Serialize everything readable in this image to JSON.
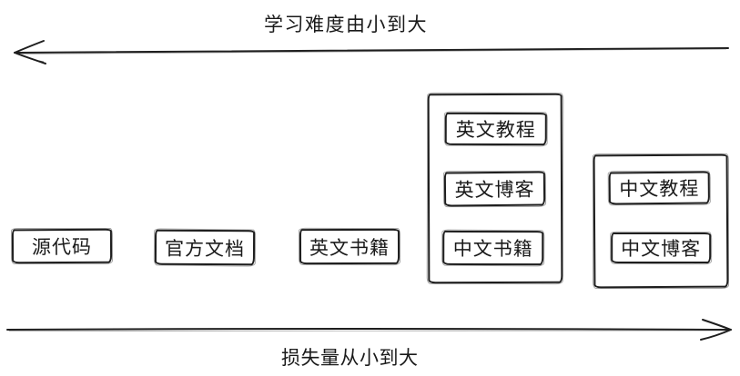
{
  "canvas": {
    "ink_color": "#1e1e1e",
    "background_color": "#ffffff"
  },
  "axes": {
    "top": {
      "label": "学习难度由小到大",
      "direction": "left"
    },
    "bottom": {
      "label": "损失量从小到大",
      "direction": "right"
    }
  },
  "nodes": [
    {
      "label": "源代码"
    },
    {
      "label": "官方文档"
    },
    {
      "label": "英文书籍"
    }
  ],
  "groups": [
    {
      "items": [
        {
          "label": "英文教程"
        },
        {
          "label": "英文博客"
        },
        {
          "label": "中文书籍"
        }
      ]
    },
    {
      "items": [
        {
          "label": "中文教程"
        },
        {
          "label": "中文博客"
        }
      ]
    }
  ]
}
